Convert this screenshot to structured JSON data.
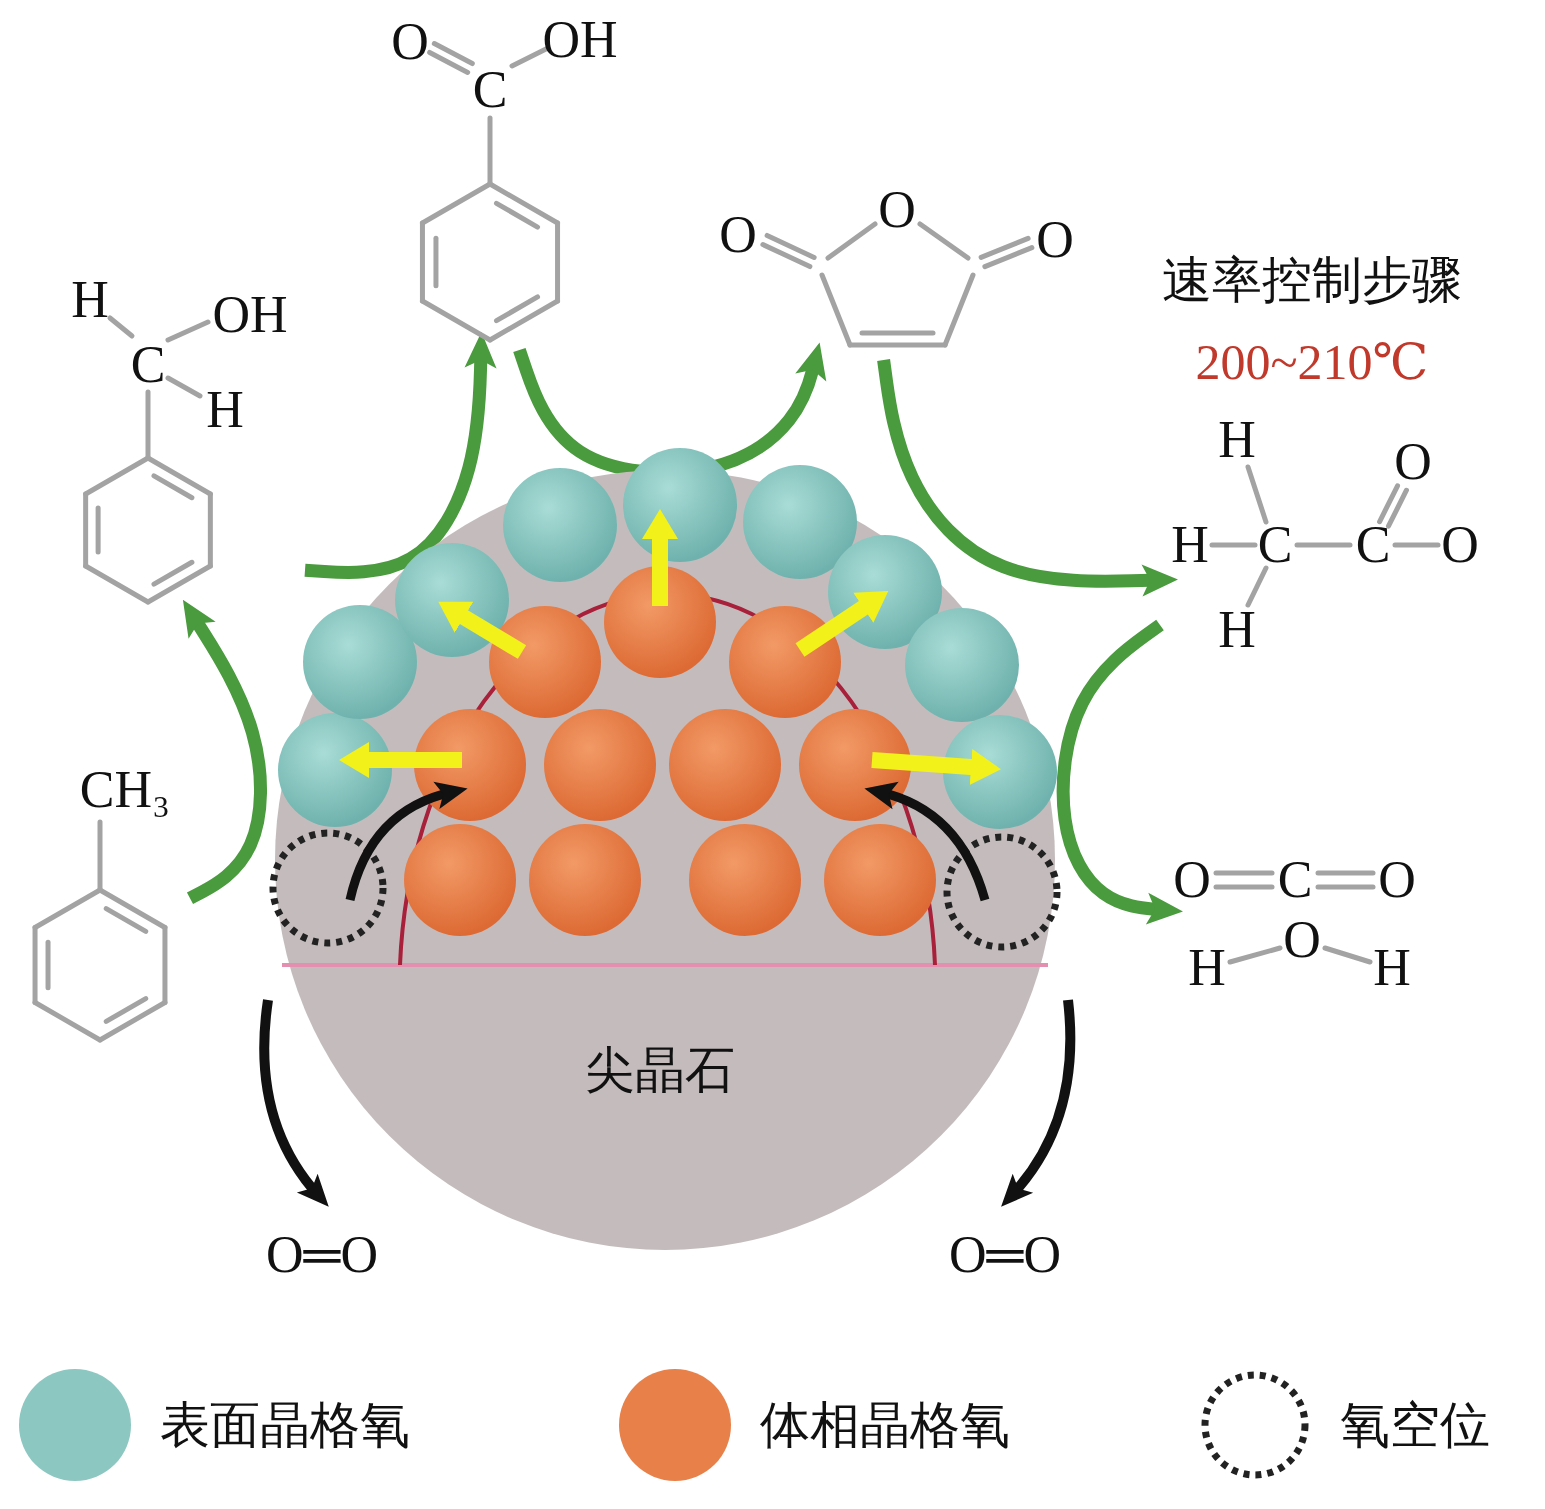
{
  "diagram": {
    "nodes": [
      {
        "text": [
          "尖晶石"
        ]
      },
      {
        "text": [
          "CH₃"
        ]
      },
      {
        "text": [
          "H",
          "OH",
          "C",
          "H"
        ]
      },
      {
        "text": [
          "O",
          "OH",
          "C"
        ]
      },
      {
        "text": [
          "O",
          "O",
          "O"
        ]
      },
      {
        "text": [
          "H",
          "O",
          "H",
          "C",
          "C",
          "O",
          "H"
        ]
      },
      {
        "text": [
          "O",
          "C",
          "O",
          "O",
          "H",
          "H"
        ]
      }
    ],
    "edges": [
      {
        "from": 1,
        "to": 2,
        "arrow": "to"
      },
      {
        "from": 2,
        "to": 3,
        "arrow": "to"
      },
      {
        "from": 3,
        "to": 4,
        "arrow": "to"
      },
      {
        "from": 4,
        "to": 5,
        "arrow": "to"
      },
      {
        "from": 5,
        "to": 6,
        "arrow": "to"
      }
    ],
    "labels": [
      "速率控制步骤",
      "200~210℃",
      "O═O",
      "O═O"
    ],
    "legend": [
      {
        "text": "表面晶格氧",
        "color": "#8cc7c2"
      },
      {
        "text": "体相晶格氧",
        "color": "#e8804a"
      },
      {
        "text": "氧空位"
      }
    ]
  }
}
